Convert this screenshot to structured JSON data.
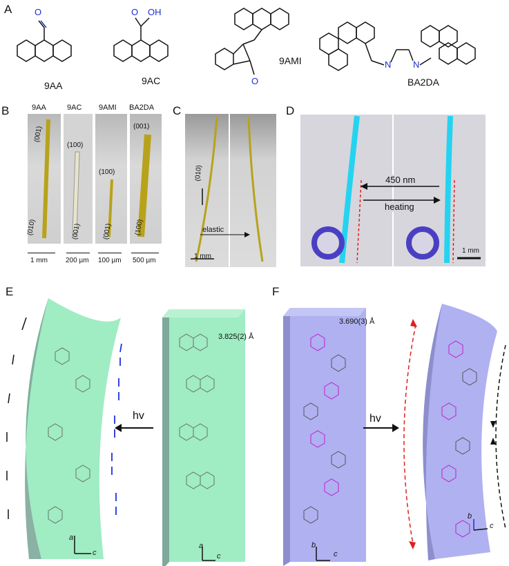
{
  "panels": {
    "A": {
      "letter": "A",
      "molecules": [
        {
          "name": "9AA",
          "atoms": [
            "O"
          ]
        },
        {
          "name": "9AC",
          "atoms": [
            "O",
            "OH"
          ]
        },
        {
          "name": "9AMI",
          "atoms": [
            "O"
          ]
        },
        {
          "name": "BA2DA",
          "atoms": [
            "N",
            "N"
          ]
        }
      ]
    },
    "B": {
      "letter": "B",
      "crystals": [
        {
          "name": "9AA",
          "faces": [
            "(001)",
            "(010)"
          ],
          "scale": "1 mm"
        },
        {
          "name": "9AC",
          "faces": [
            "(100)",
            "(001)"
          ],
          "scale": "200 µm"
        },
        {
          "name": "9AMI",
          "faces": [
            "(100)",
            "(001)"
          ],
          "scale": "100 µm"
        },
        {
          "name": "BA2DA",
          "faces": [
            "(001)",
            "(100)"
          ],
          "scale": "500 µm"
        }
      ]
    },
    "C": {
      "letter": "C",
      "face": "(010)",
      "label": "elastic",
      "scale": "1 mm"
    },
    "D": {
      "letter": "D",
      "label_top": "450 nm",
      "label_bottom": "heating",
      "scale": "1 mm"
    },
    "E": {
      "letter": "E",
      "distance": "3.825(2) Å",
      "arrow": "hv",
      "axis_a": "a",
      "axis_c": "c"
    },
    "F": {
      "letter": "F",
      "distance": "3.690(3) Å",
      "arrow": "hv",
      "axis_b": "b",
      "axis_c": "c"
    }
  },
  "colors": {
    "oxygen": "#1a2fd0",
    "nitrogen": "#1a2fd0",
    "crystal_yellow": "#b8a21a",
    "cyan_crystal": "#25d3f0",
    "green_block": "#8fe9b8",
    "purple_block": "#a6a9ee",
    "magenta": "#c21fd0",
    "red_arrow": "#e01f1f",
    "blue_arrow": "#1a2fe0"
  }
}
